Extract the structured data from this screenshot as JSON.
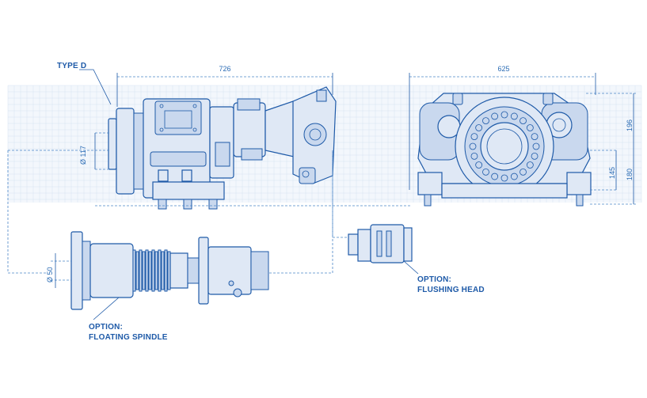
{
  "labels": {
    "type": "TYPE D",
    "floating_line1": "OPTION:",
    "floating_line2": "FLOATING SPINDLE",
    "flushing_line1": "OPTION:",
    "flushing_line2": "FLUSHING HEAD"
  },
  "dimensions": {
    "side_length": "726",
    "front_width": "625",
    "diameter_117": "Ø 117",
    "diameter_50": "Ø 50",
    "height_196": "196",
    "height_145": "145",
    "height_180": "180"
  },
  "colors": {
    "line": "#1e5aa8",
    "fill": "#dfe8f5",
    "grid": "#d6e2f1"
  }
}
